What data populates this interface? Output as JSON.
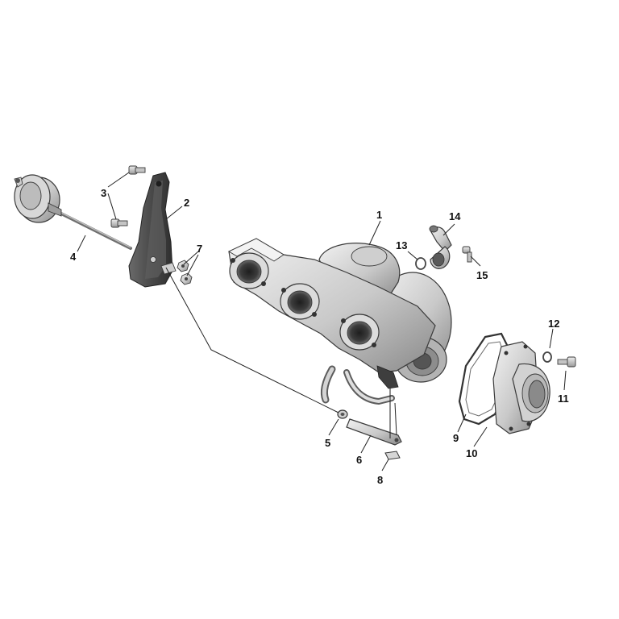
{
  "diagram": {
    "parts": [
      {
        "number": "1",
        "name": "turbocharger-exhaust-manifold"
      },
      {
        "number": "2",
        "name": "actuator-bracket"
      },
      {
        "number": "3",
        "name": "bracket-screw"
      },
      {
        "number": "4",
        "name": "wastegate-actuator"
      },
      {
        "number": "5",
        "name": "retaining-clip"
      },
      {
        "number": "6",
        "name": "wastegate-lever"
      },
      {
        "number": "7",
        "name": "nut"
      },
      {
        "number": "8",
        "name": "washer"
      },
      {
        "number": "9",
        "name": "gasket"
      },
      {
        "number": "10",
        "name": "outlet-housing"
      },
      {
        "number": "11",
        "name": "housing-screw"
      },
      {
        "number": "12",
        "name": "o-ring"
      },
      {
        "number": "13",
        "name": "o-ring"
      },
      {
        "number": "14",
        "name": "elbow-fitting"
      },
      {
        "number": "15",
        "name": "fitting-screw"
      }
    ],
    "colors": {
      "metal_light": "#e6e6e6",
      "metal_mid": "#bdbdbd",
      "metal_dark": "#7a7a7a",
      "bracket_dark": "#4a4a4a",
      "outline": "#3a3a3a",
      "callout_text": "#111111"
    }
  }
}
